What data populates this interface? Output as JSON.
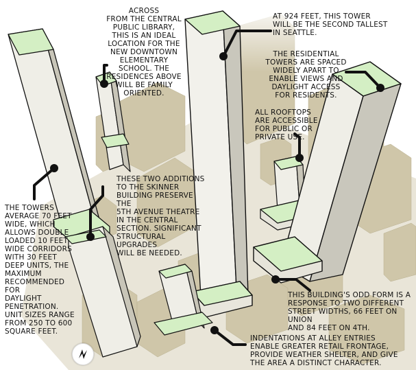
{
  "annotations": {
    "library": "ACROSS\nFROM THE CENTRAL\nPUBLIC LIBRARY,\nTHIS IS AN IDEAL\nLOCATION FOR THE\nNEW DOWNTOWN\nELEMENTARY\nSCHOOL. THE\nRESIDENCES ABOVE\nWILL BE FAMILY\nORIENTED.",
    "tallest": "AT 924 FEET, THIS TOWER\nWILL BE THE SECOND TALLEST\nIN SEATTLE.",
    "residential": "THE RESIDENTIAL\nTOWERS ARE SPACED\nWIDELY APART TO\nENABLE VIEWS AND\nDAYLIGHT ACCESS\nFOR RESIDENTS.",
    "rooftops": "ALL ROOFTOPS\nARE ACCESSIBLE\nFOR PUBLIC OR\nPRIVATE USE.",
    "skinner": "THESE TWO ADDITIONS\nTO THE SKINNER\nBUILDING PRESERVE THE\n5TH AVENUE THEATRE\nIN THE CENTRAL\nSECTION. SIGNIFICANT\nSTRUCTURAL UPGRADES\nWILL BE NEEDED.",
    "towers_width": "THE TOWERS\nAVERAGE 70 FEET\nWIDE, WHICH\nALLOWS DOUBLE\nLOADED 10 FEET\nWIDE CORRIDORS\nWITH 30 FEET\nDEEP UNITS, THE\nMAXIMUM\nRECOMMENDED FOR\nDAYLIGHT\nPENETRATION.\nUNIT SIZES RANGE\nFROM 250 TO 600\nSQUARE FEET.",
    "odd_form": "THIS BUILDING'S ODD FORM IS A\nRESPONSE TO TWO DIFFERENT\nSTREET WIDTHS, 66 FEET ON UNION\nAND 84 FEET ON 4TH.",
    "indentations": "INDENTATIONS AT ALLEY ENTRIES\nENABLE GREATER RETAIL FRONTAGE,\nPROVIDE WEATHER SHELTER, AND GIVE\nTHE AREA A DISTINCT CHARACTER."
  },
  "colors": {
    "roof": "#d4efc4",
    "tower_side_light": "#f1f0ea",
    "tower_side_dark": "#c9c7bc",
    "context_building": "#cfc6a9",
    "ground": "#e7e3d6",
    "leader": "#111111"
  },
  "icons": {
    "compass": "north-arrow-icon"
  }
}
